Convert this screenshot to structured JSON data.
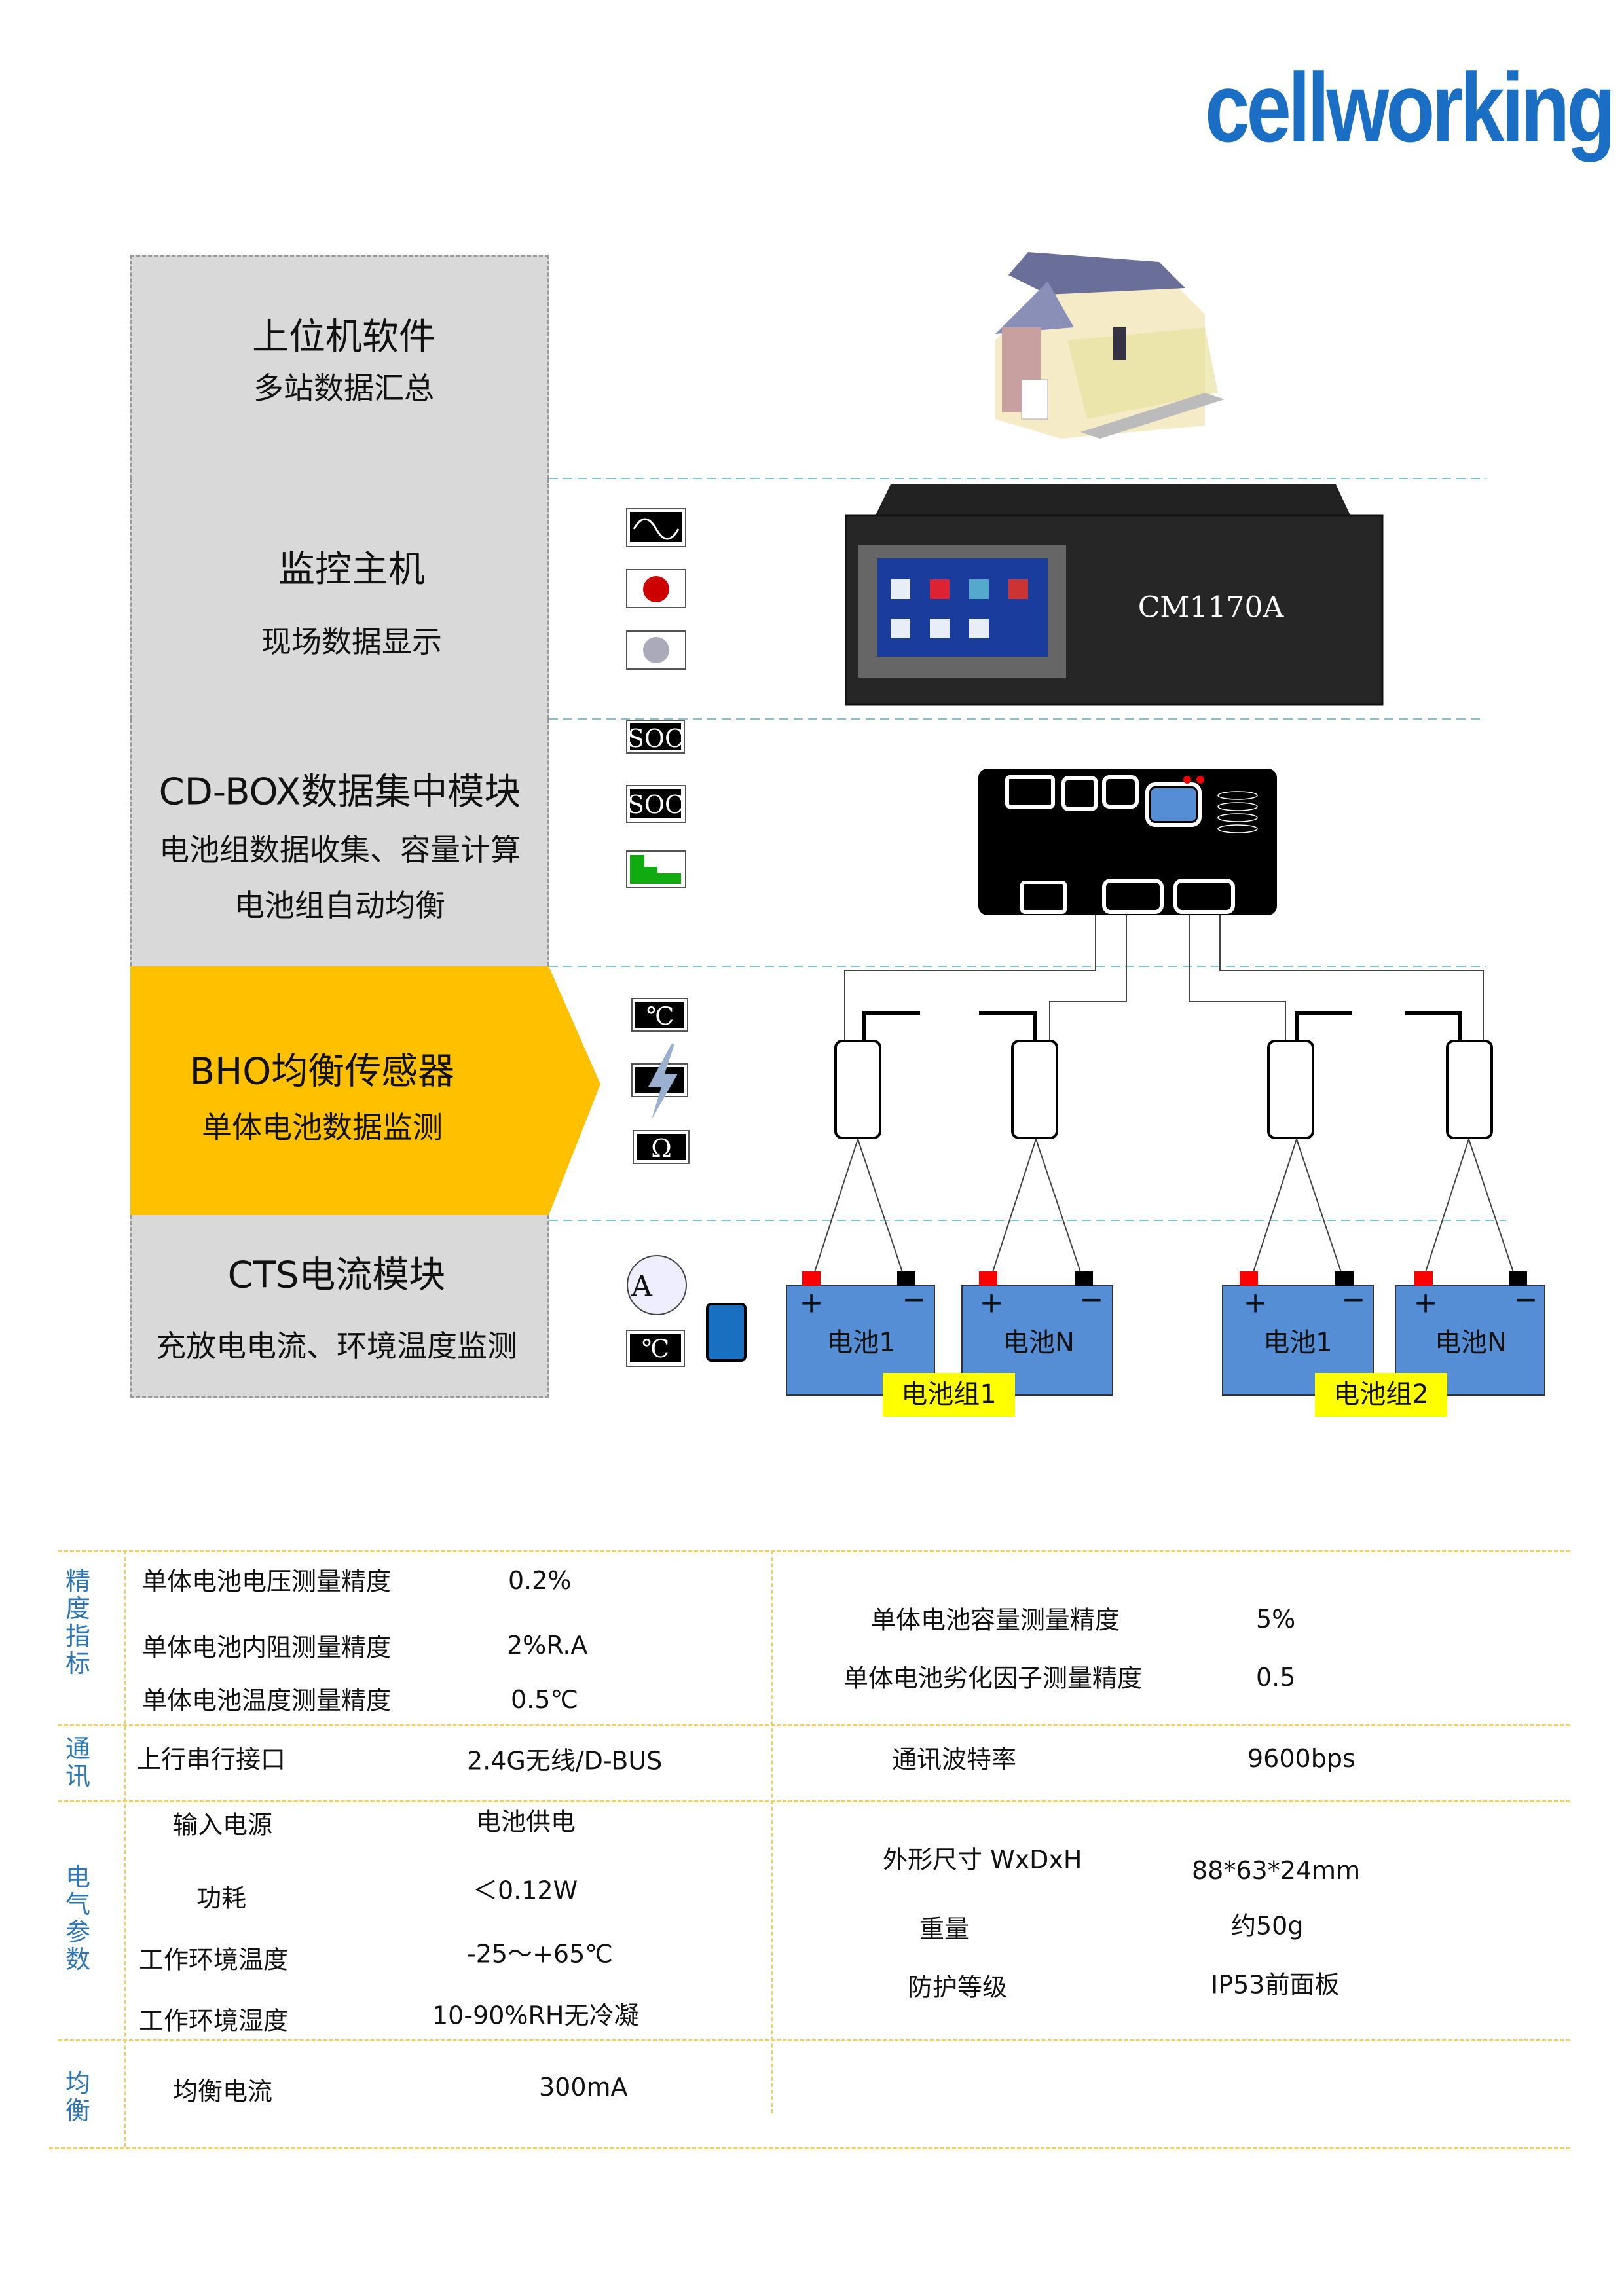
{
  "brand": {
    "logo_text": "cellworking",
    "color": "#1a6fc4"
  },
  "layers": [
    {
      "title": "上位机软件",
      "subtitle": "多站数据汇总"
    },
    {
      "title": "监控主机",
      "subtitle": "现场数据显示"
    },
    {
      "title": "CD-BOX数据集中模块",
      "subtitle": "电池组数据收集、容量计算",
      "subtitle2": "电池组自动均衡"
    },
    {
      "title": "BHO均衡传感器",
      "subtitle": "单体电池数据监测",
      "highlight_color": "#ffc000"
    },
    {
      "title": "CTS电流模块",
      "subtitle": "充放电电流、环境温度监测"
    }
  ],
  "icons": {
    "monitor": [
      "waveform-icon",
      "alarm-light-icon",
      "chart-globe-icon"
    ],
    "cdbox": [
      "soc-icon",
      "soc-icon",
      "green-bar-chart-icon"
    ],
    "soc_label": "SOC",
    "bho": [
      "temperature-icon",
      "voltage-lightning-icon",
      "resistance-icon"
    ],
    "temp_label": "℃",
    "ohm_label": "Ω",
    "amp_label": "A",
    "cts": [
      "dc-ammeter-icon",
      "temperature-icon",
      "cts-module-icon"
    ]
  },
  "diagram": {
    "host_model": "CM1170A",
    "batteries": [
      "电池1",
      "电池N",
      "电池1",
      "电池N"
    ],
    "plus": "+",
    "minus": "−",
    "groups": [
      "电池组1",
      "电池组2"
    ],
    "battery_color": "#558ed5",
    "group_label_color": "#ffff00"
  },
  "specs": {
    "sections": [
      {
        "category": "精度指标"
      },
      {
        "category": "通讯"
      },
      {
        "category": "电气参数"
      },
      {
        "category": "均衡"
      }
    ],
    "left": [
      {
        "label": "单体电池电压测量精度",
        "value": "0.2%"
      },
      {
        "label": "单体电池内阻测量精度",
        "value": "2%R.A"
      },
      {
        "label": "单体电池温度测量精度",
        "value": "0.5℃"
      },
      {
        "label": "上行串行接口",
        "value": "2.4G无线/D-BUS"
      },
      {
        "label": "输入电源",
        "value": "电池供电"
      },
      {
        "label": "功耗",
        "value": "＜0.12W"
      },
      {
        "label": "工作环境温度",
        "value": "-25～+65℃"
      },
      {
        "label": "工作环境湿度",
        "value": "10-90%RH无冷凝"
      },
      {
        "label": "均衡电流",
        "value": "300mA"
      }
    ],
    "right": [
      {
        "label": "单体电池容量测量精度",
        "value": "5%"
      },
      {
        "label": "单体电池劣化因子测量精度",
        "value": "0.5"
      },
      {
        "label": "通讯波特率",
        "value": "9600bps"
      },
      {
        "label": "外形尺寸 WxDxH",
        "value": "88*63*24mm"
      },
      {
        "label": "重量",
        "value": "约50g"
      },
      {
        "label": "防护等级",
        "value": "IP53前面板"
      }
    ]
  }
}
